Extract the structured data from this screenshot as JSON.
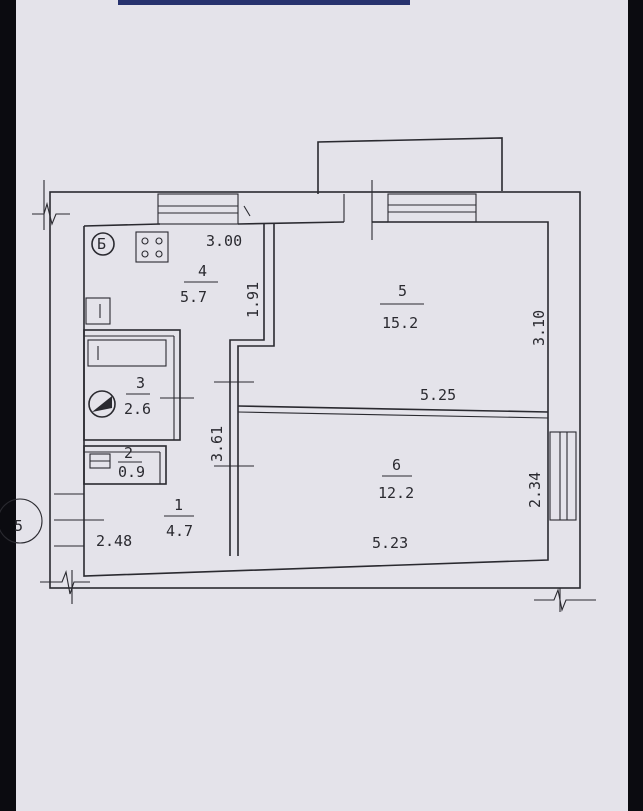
{
  "plan": {
    "corner_mark": "5",
    "rooms": [
      {
        "id": "1",
        "num": "1",
        "area": "4.7"
      },
      {
        "id": "2",
        "num": "2",
        "area": "0.9"
      },
      {
        "id": "3",
        "num": "3",
        "area": "2.6"
      },
      {
        "id": "4",
        "num": "4",
        "area": "5.7"
      },
      {
        "id": "5",
        "num": "5",
        "area": "15.2"
      },
      {
        "id": "6",
        "num": "6",
        "area": "12.2"
      }
    ],
    "dimensions": {
      "kitchen_width": "3.00",
      "kitchen_depth": "1.91",
      "hall_height": "3.61",
      "hall_width": "2.48",
      "room5_height": "3.10",
      "room_width_top": "5.25",
      "room6_height": "2.34",
      "room_width_bottom": "5.23"
    },
    "stove_symbol": "Б"
  }
}
